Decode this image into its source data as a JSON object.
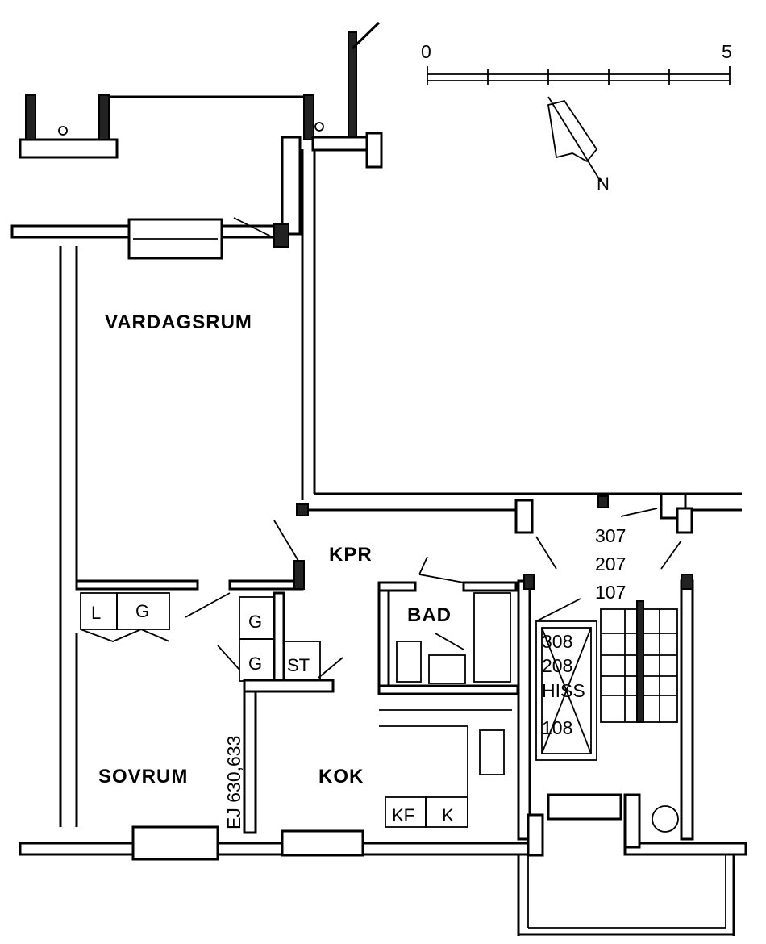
{
  "scale_bar": {
    "start": "0",
    "end": "5"
  },
  "north_arrow": {
    "label": "N"
  },
  "rooms": {
    "living_room": "VARDAGSRUM",
    "closet": "KPR",
    "bathroom": "BAD",
    "bedroom": "SOVRUM",
    "kitchen": "KOK"
  },
  "fixtures": {
    "l": "L",
    "g1": "G",
    "g2": "G",
    "g3": "G",
    "st": "ST",
    "kf": "KF",
    "k": "K"
  },
  "stair_numbers": {
    "a": "307",
    "b": "207",
    "c": "107"
  },
  "elevator": {
    "a": "308",
    "b": "208",
    "label": "HISS",
    "c": "108"
  },
  "note": "EJ 630,633"
}
